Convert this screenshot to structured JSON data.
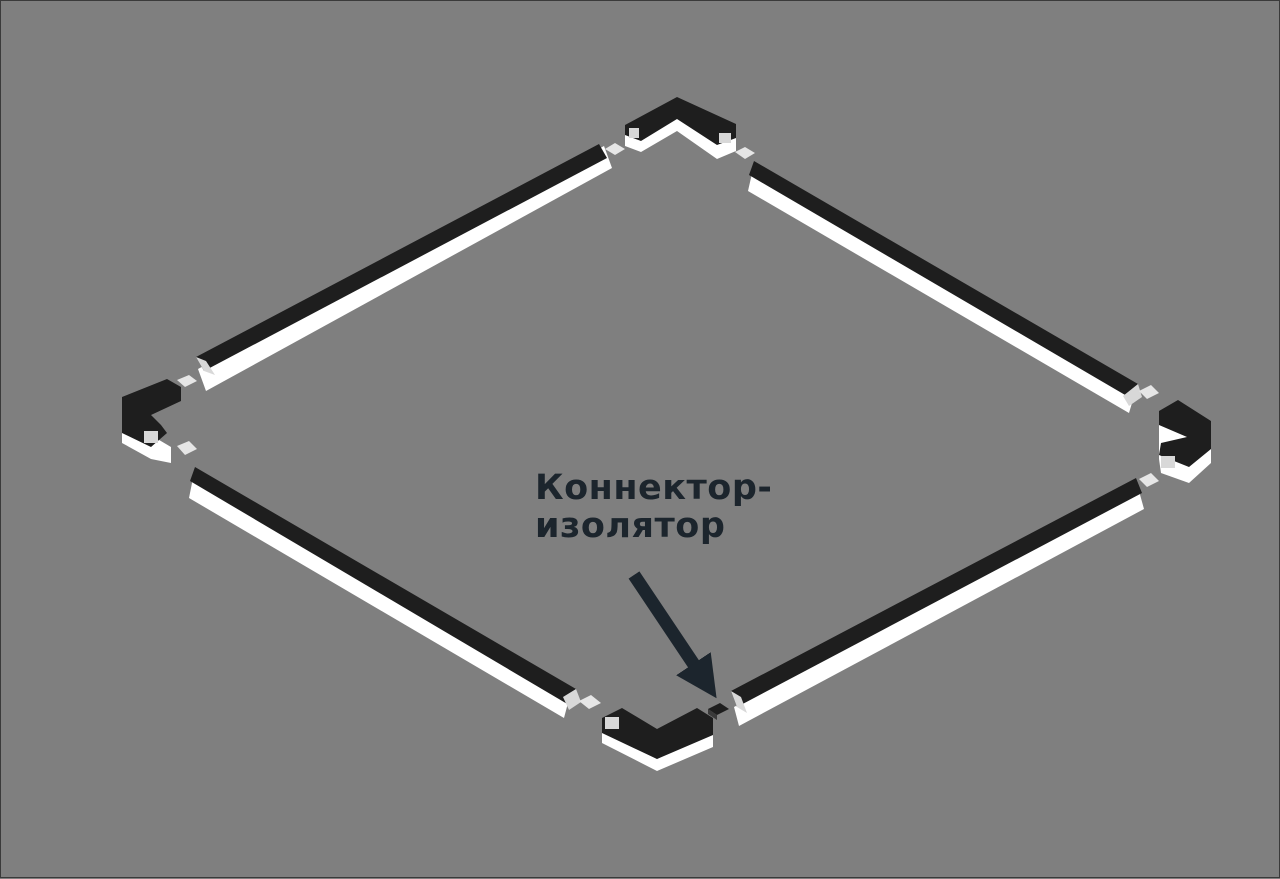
{
  "diagram": {
    "background_color": "#7f7f7f",
    "track_color": "#1e1e1e",
    "diffuser_color": "#ffffff",
    "connector_color": "#d8d8d8",
    "annotation_color": "#1c252d",
    "annotation": {
      "line1": "Коннектор-",
      "line2": "изолятор",
      "points_to": "isolator-connector"
    }
  }
}
